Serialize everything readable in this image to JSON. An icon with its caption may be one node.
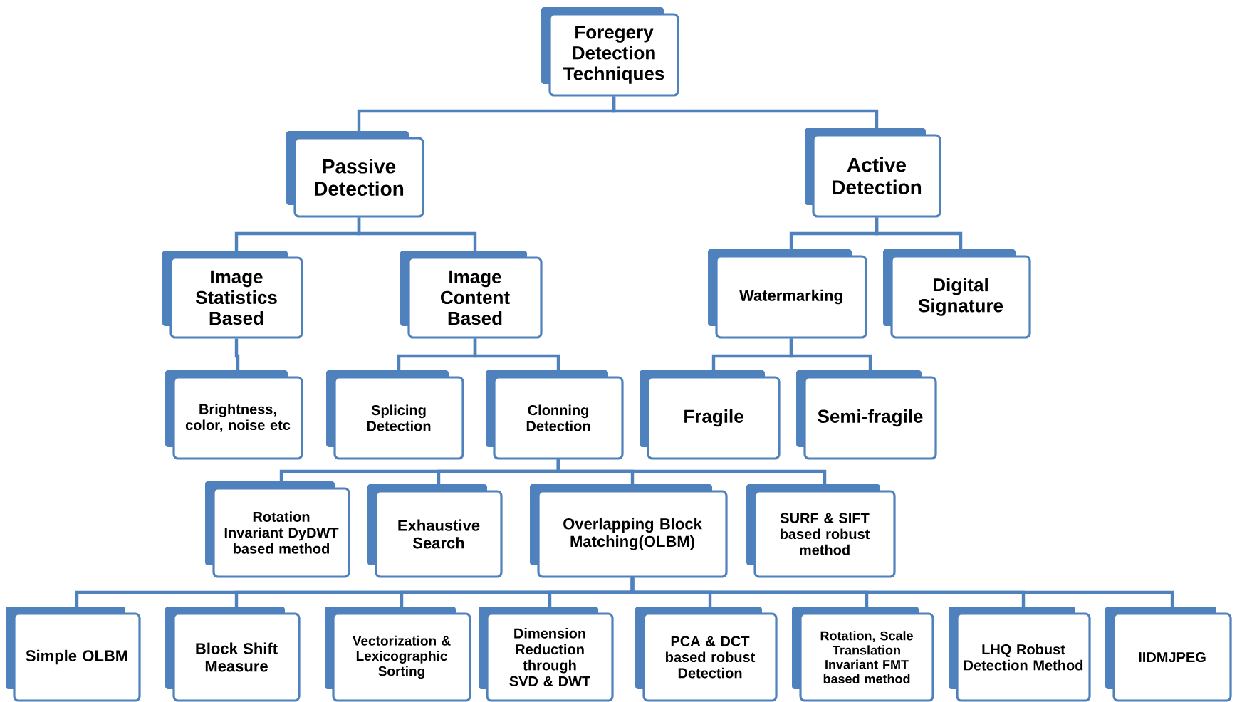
{
  "diagram": {
    "nodes": [
      {
        "text": [
          "Foregery Detection Techniques"
        ]
      },
      {
        "text": [
          "Passive Detection"
        ]
      },
      {
        "text": [
          "Active Detection"
        ]
      },
      {
        "text": [
          "Image Statistics Based"
        ]
      },
      {
        "text": [
          "Image Content Based"
        ]
      },
      {
        "text": [
          "Watermarking"
        ]
      },
      {
        "text": [
          "Digital Signature"
        ]
      },
      {
        "text": [
          "Brightness, color, noise etc"
        ]
      },
      {
        "text": [
          "Splicing Detection"
        ]
      },
      {
        "text": [
          "Clonning Detection"
        ]
      },
      {
        "text": [
          "Fragile"
        ]
      },
      {
        "text": [
          "Semi-fragile"
        ]
      },
      {
        "text": [
          "Rotation Invariant DyDWT based method"
        ]
      },
      {
        "text": [
          "Exhaustive Search"
        ]
      },
      {
        "text": [
          "Overlapping Block Matching(OLBM)"
        ]
      },
      {
        "text": [
          "SURF & SIFT based robust method"
        ]
      },
      {
        "text": [
          "Simple OLBM"
        ]
      },
      {
        "text": [
          "Block Shift Measure"
        ]
      },
      {
        "text": [
          "Vectorization & Lexicographic Sorting"
        ]
      },
      {
        "text": [
          "Dimension Reduction through SVD & DWT"
        ]
      },
      {
        "text": [
          "PCA & DCT based robust Detection"
        ]
      },
      {
        "text": [
          "Rotation, Scale Translation Invariant FMT based method"
        ]
      },
      {
        "text": [
          "LHQ Robust Detection Method"
        ]
      },
      {
        "text": [
          "IIDMJPEG"
        ]
      }
    ],
    "edges": [
      {
        "from": 0,
        "to": 1,
        "arrow": "none"
      },
      {
        "from": 0,
        "to": 2,
        "arrow": "none"
      },
      {
        "from": 1,
        "to": 3,
        "arrow": "none"
      },
      {
        "from": 1,
        "to": 4,
        "arrow": "none"
      },
      {
        "from": 2,
        "to": 5,
        "arrow": "none"
      },
      {
        "from": 2,
        "to": 6,
        "arrow": "none"
      },
      {
        "from": 3,
        "to": 7,
        "arrow": "none"
      },
      {
        "from": 4,
        "to": 8,
        "arrow": "none"
      },
      {
        "from": 4,
        "to": 9,
        "arrow": "none"
      },
      {
        "from": 5,
        "to": 10,
        "arrow": "none"
      },
      {
        "from": 5,
        "to": 11,
        "arrow": "none"
      },
      {
        "from": 9,
        "to": 12,
        "arrow": "none"
      },
      {
        "from": 9,
        "to": 13,
        "arrow": "none"
      },
      {
        "from": 9,
        "to": 14,
        "arrow": "none"
      },
      {
        "from": 9,
        "to": 15,
        "arrow": "none"
      },
      {
        "from": 14,
        "to": 16,
        "arrow": "none"
      },
      {
        "from": 14,
        "to": 17,
        "arrow": "none"
      },
      {
        "from": 14,
        "to": 18,
        "arrow": "none"
      },
      {
        "from": 14,
        "to": 19,
        "arrow": "none"
      },
      {
        "from": 14,
        "to": 20,
        "arrow": "none"
      },
      {
        "from": 14,
        "to": 21,
        "arrow": "none"
      },
      {
        "from": 14,
        "to": 22,
        "arrow": "none"
      },
      {
        "from": 14,
        "to": 23,
        "arrow": "none"
      }
    ]
  }
}
